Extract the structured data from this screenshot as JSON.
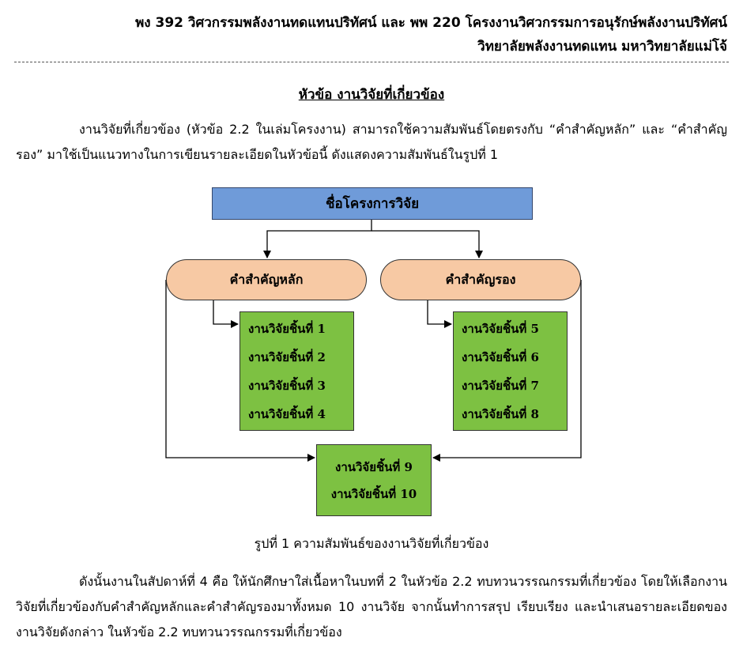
{
  "header": {
    "line1": "พง 392 วิศวกรรมพลังงานทดแทนปริทัศน์ และ พพ 220 โครงงานวิศวกรรมการอนุรักษ์พลังงานปริทัศน์",
    "line2": "วิทยาลัยพลังงานทดแทน มหาวิทยาลัยแม่โจ้"
  },
  "section_title": "หัวข้อ งานวิจัยที่เกี่ยวข้อง",
  "intro_paragraph": "งานวิจัยที่เกี่ยวข้อง (หัวข้อ 2.2 ในเล่มโครงงาน) สามารถใช้ความสัมพันธ์โดยตรงกับ “คำสำคัญหลัก” และ “คำสำคัญรอง” มาใช้เป็นแนวทางในการเขียนรายละเอียดในหัวข้อนี้ ดังแสดงความสัมพันธ์ในรูปที่ 1",
  "diagram": {
    "project_name": "ชื่อโครงการวิจัย",
    "main_keyword": "คำสำคัญหลัก",
    "secondary_keyword": "คำสำคัญรอง",
    "group_main": [
      "งานวิจัยชิ้นที่ 1",
      "งานวิจัยชิ้นที่ 2",
      "งานวิจัยชิ้นที่ 3",
      "งานวิจัยชิ้นที่ 4"
    ],
    "group_secondary": [
      "งานวิจัยชิ้นที่ 5",
      "งานวิจัยชิ้นที่ 6",
      "งานวิจัยชิ้นที่ 7",
      "งานวิจัยชิ้นที่ 8"
    ],
    "group_both": [
      "งานวิจัยชิ้นที่ 9",
      "งานวิจัยชิ้นที่ 10"
    ]
  },
  "caption": "รูปที่ 1 ความสัมพันธ์ของงานวิจัยที่เกี่ยวข้อง",
  "closing_paragraph": "ดังนั้นงานในสัปดาห์ที่ 4 คือ ให้นักศึกษาใส่เนื้อหาในบทที่ 2 ในหัวข้อ 2.2 ทบทวนวรรณกรรมที่เกี่ยวข้อง โดยให้เลือกงานวิจัยที่เกี่ยวข้องกับคำสำคัญหลักและคำสำคัญรองมาทั้งหมด 10 งานวิจัย จากนั้นทำการสรุป เรียบเรียง และนำเสนอรายละเอียดของงานวิจัยดังกล่าว ในหัวข้อ 2.2 ทบทวนวรรณกรรมที่เกี่ยวข้อง"
}
